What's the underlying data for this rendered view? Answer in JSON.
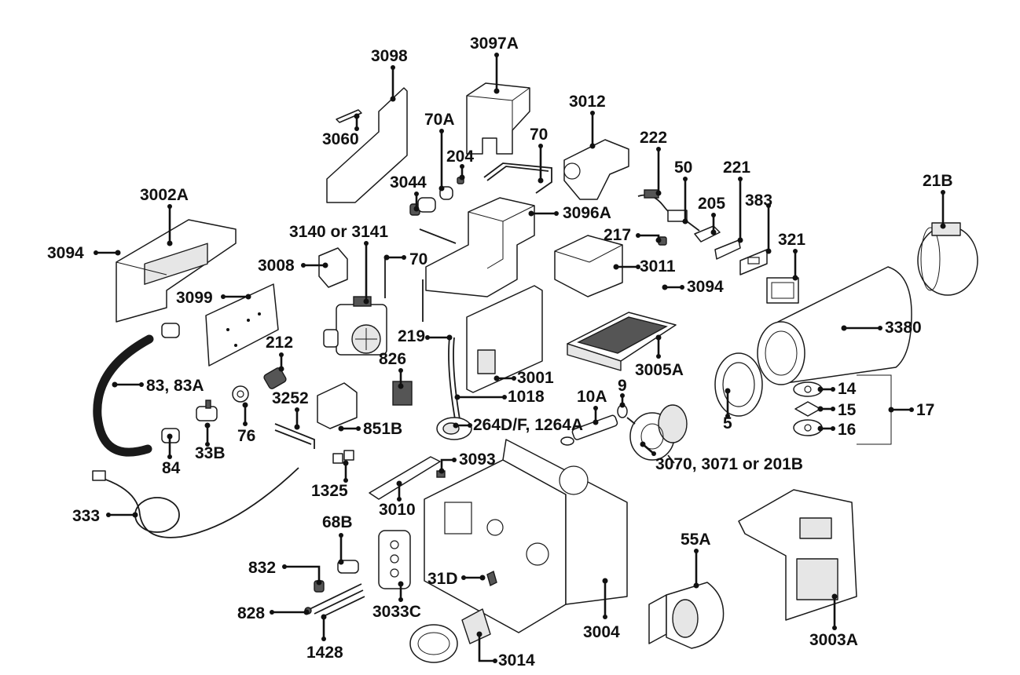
{
  "diagram": {
    "parts": [
      {
        "key": "3098",
        "label": "3098"
      },
      {
        "key": "3097a",
        "label": "3097A"
      },
      {
        "key": "3060",
        "label": "3060"
      },
      {
        "key": "70a",
        "label": "70A"
      },
      {
        "key": "204",
        "label": "204"
      },
      {
        "key": "70-top",
        "label": "70"
      },
      {
        "key": "3012",
        "label": "3012"
      },
      {
        "key": "222",
        "label": "222"
      },
      {
        "key": "50",
        "label": "50"
      },
      {
        "key": "221",
        "label": "221"
      },
      {
        "key": "21b",
        "label": "21B"
      },
      {
        "key": "3044",
        "label": "3044"
      },
      {
        "key": "205",
        "label": "205"
      },
      {
        "key": "383",
        "label": "383"
      },
      {
        "key": "3002a",
        "label": "3002A"
      },
      {
        "key": "3096a",
        "label": "3096A"
      },
      {
        "key": "3140-3141",
        "label": "3140 or 3141"
      },
      {
        "key": "217",
        "label": "217"
      },
      {
        "key": "321",
        "label": "321"
      },
      {
        "key": "3094-left",
        "label": "3094"
      },
      {
        "key": "3008",
        "label": "3008"
      },
      {
        "key": "70-mid",
        "label": "70"
      },
      {
        "key": "3011",
        "label": "3011"
      },
      {
        "key": "3094-right",
        "label": "3094"
      },
      {
        "key": "3099",
        "label": "3099"
      },
      {
        "key": "3380",
        "label": "3380"
      },
      {
        "key": "212",
        "label": "212"
      },
      {
        "key": "219",
        "label": "219"
      },
      {
        "key": "826",
        "label": "826"
      },
      {
        "key": "3005a",
        "label": "3005A"
      },
      {
        "key": "83-83a",
        "label": "83, 83A"
      },
      {
        "key": "3001",
        "label": "3001"
      },
      {
        "key": "14",
        "label": "14"
      },
      {
        "key": "1018",
        "label": "1018"
      },
      {
        "key": "10a",
        "label": "10A"
      },
      {
        "key": "9",
        "label": "9"
      },
      {
        "key": "3252",
        "label": "3252"
      },
      {
        "key": "15",
        "label": "15"
      },
      {
        "key": "17",
        "label": "17"
      },
      {
        "key": "5",
        "label": "5"
      },
      {
        "key": "851b",
        "label": "851B"
      },
      {
        "key": "264d",
        "label": "264D/F, 1264A"
      },
      {
        "key": "16",
        "label": "16"
      },
      {
        "key": "33b",
        "label": "33B"
      },
      {
        "key": "76",
        "label": "76"
      },
      {
        "key": "84",
        "label": "84"
      },
      {
        "key": "3093",
        "label": "3093"
      },
      {
        "key": "3070",
        "label": "3070, 3071 or 201B"
      },
      {
        "key": "1325",
        "label": "1325"
      },
      {
        "key": "3010",
        "label": "3010"
      },
      {
        "key": "333",
        "label": "333"
      },
      {
        "key": "68b",
        "label": "68B"
      },
      {
        "key": "55a",
        "label": "55A"
      },
      {
        "key": "832",
        "label": "832"
      },
      {
        "key": "31d",
        "label": "31D"
      },
      {
        "key": "3033c",
        "label": "3033C"
      },
      {
        "key": "828",
        "label": "828"
      },
      {
        "key": "3004",
        "label": "3004"
      },
      {
        "key": "3003a",
        "label": "3003A"
      },
      {
        "key": "1428",
        "label": "1428"
      },
      {
        "key": "3014",
        "label": "3014"
      }
    ]
  }
}
